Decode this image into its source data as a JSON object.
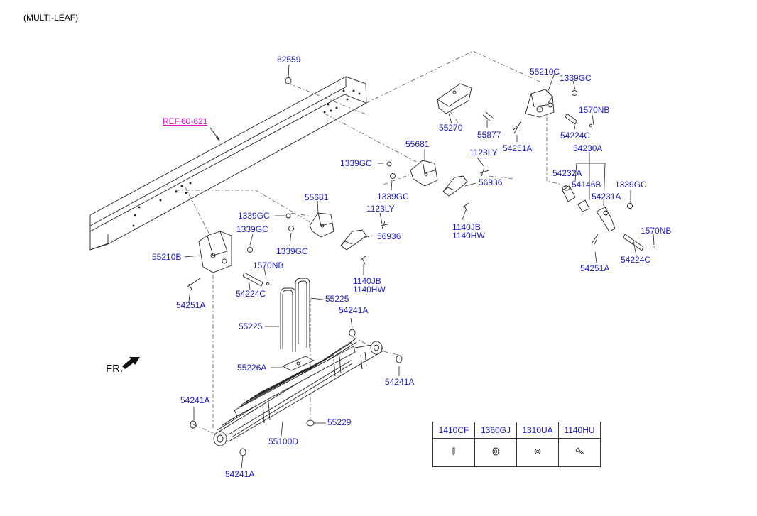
{
  "title": "(MULTI-LEAF)",
  "fr_label": "FR.",
  "ref_label": "REF.60-621",
  "labels": {
    "l62559": "62559",
    "l55210C": "55210C",
    "l1339GC_tr": "1339GC",
    "l1570NB_tr": "1570NB",
    "l54224C_tr": "54224C",
    "l54251A_tr": "54251A",
    "l55270": "55270",
    "l55877": "55877",
    "l54230A": "54230A",
    "l54232A": "54232A",
    "l54146B": "54146B",
    "l54231A": "54231A",
    "l1339GC_r": "1339GC",
    "l1570NB_r": "1570NB",
    "l54224C_r": "54224C",
    "l54251A_r": "54251A",
    "l55681_a": "55681",
    "l1123LY_a": "1123LY",
    "l1339GC_a1": "1339GC",
    "l1339GC_a2": "1339GC",
    "l56936_a": "56936",
    "l1140JB_a": "1140JB",
    "l1140HW_a": "1140HW",
    "l55681_b": "55681",
    "l1123LY_b": "1123LY",
    "l1339GC_b1": "1339GC",
    "l1339GC_b2": "1339GC",
    "l1339GC_b3": "1339GC",
    "l56936_b": "56936",
    "l1140JB_b": "1140JB",
    "l1140HW_b": "1140HW",
    "l55210B": "55210B",
    "l1570NB_l": "1570NB",
    "l54224C_l": "54224C",
    "l54251A_l": "54251A",
    "l55225_a": "55225",
    "l55225_b": "55225",
    "l54241A_1": "54241A",
    "l54241A_2": "54241A",
    "l54241A_3": "54241A",
    "l54241A_4": "54241A",
    "l55226A": "55226A",
    "l55229": "55229",
    "l55100D": "55100D"
  },
  "legend": {
    "headers": [
      "1410CF",
      "1360GJ",
      "1310UA",
      "1140HU"
    ],
    "icons": [
      "pin-icon",
      "washer-icon",
      "nut-icon",
      "bolt-icon"
    ]
  },
  "colors": {
    "label": "#1a1acc",
    "ref": "#e010c8",
    "line": "#222222"
  }
}
